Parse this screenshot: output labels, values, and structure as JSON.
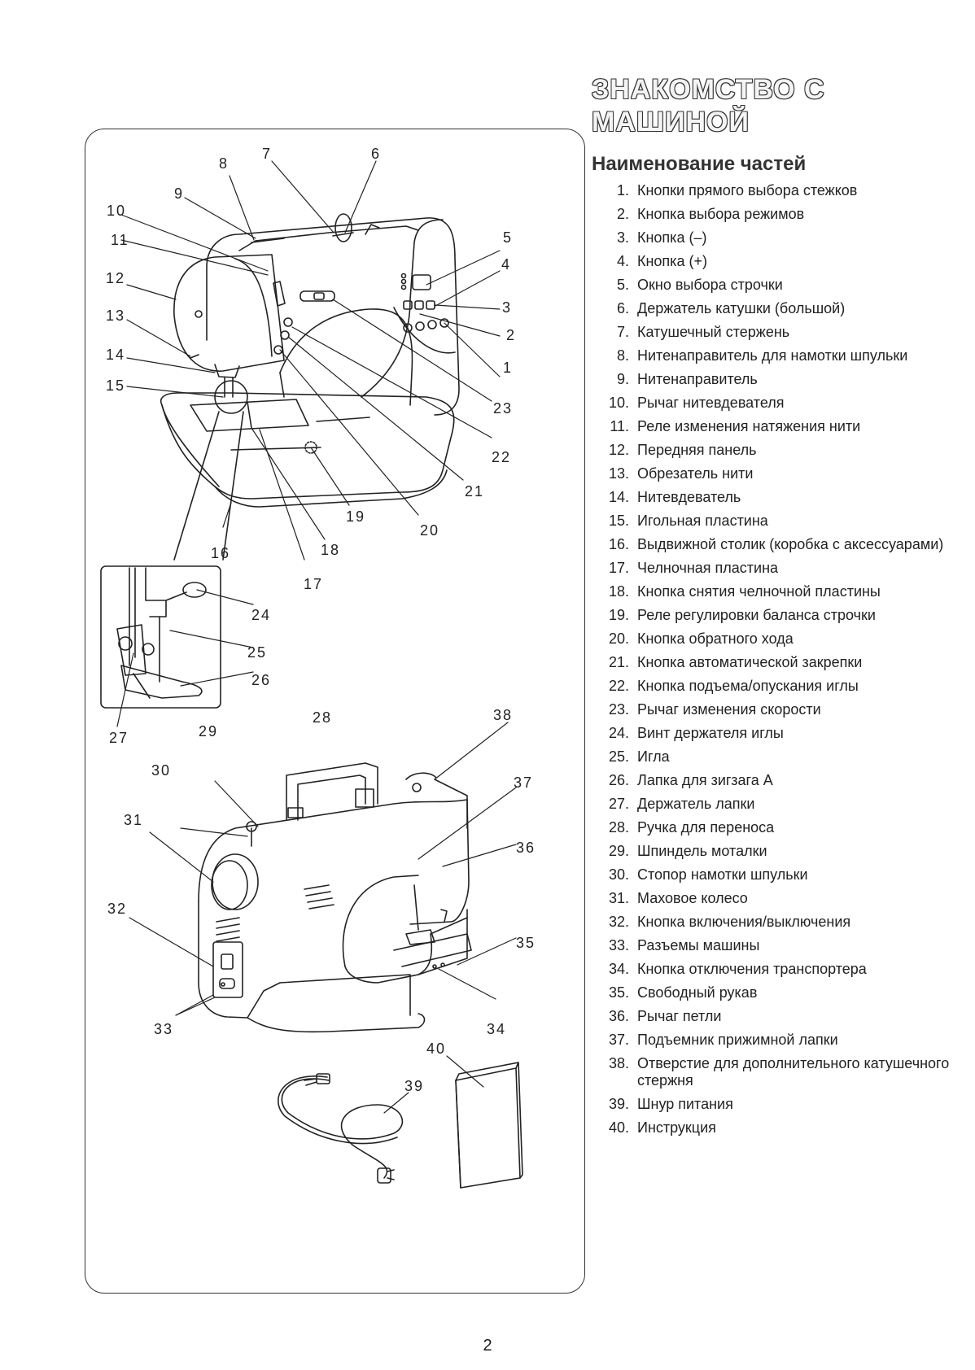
{
  "title_line1": "ЗНАКОМСТВО С",
  "title_line2": "МАШИНОЙ",
  "subtitle": "Наименование частей",
  "parts": [
    {
      "num": "1.",
      "text": "Кнопки прямого выбора стежков"
    },
    {
      "num": "2.",
      "text": "Кнопка выбора режимов"
    },
    {
      "num": "3.",
      "text": "Кнопка (–)"
    },
    {
      "num": "4.",
      "text": "Кнопка (+)"
    },
    {
      "num": "5.",
      "text": "Окно выбора строчки"
    },
    {
      "num": "6.",
      "text": "Держатель катушки (большой)"
    },
    {
      "num": "7.",
      "text": "Катушечный стержень"
    },
    {
      "num": "8.",
      "text": "Нитенаправитель для намотки шпульки"
    },
    {
      "num": "9.",
      "text": "Нитенаправитель"
    },
    {
      "num": "10.",
      "text": "Рычаг нитевдевателя"
    },
    {
      "num": "11.",
      "text": "Реле изменения натяжения нити"
    },
    {
      "num": "12.",
      "text": "Передняя панель"
    },
    {
      "num": "13.",
      "text": "Обрезатель нити"
    },
    {
      "num": "14.",
      "text": "Нитевдеватель"
    },
    {
      "num": "15.",
      "text": "Игольная пластина"
    },
    {
      "num": "16.",
      "text": "Выдвижной столик (коробка с аксессуарами)"
    },
    {
      "num": "17.",
      "text": "Челночная пластина"
    },
    {
      "num": "18.",
      "text": "Кнопка снятия челночной пластины"
    },
    {
      "num": "19.",
      "text": "Реле регулировки баланса строчки"
    },
    {
      "num": "20.",
      "text": "Кнопка обратного хода"
    },
    {
      "num": "21.",
      "text": "Кнопка автоматической закрепки"
    },
    {
      "num": "22.",
      "text": "Кнопка подъема/опускания иглы"
    },
    {
      "num": "23.",
      "text": "Рычаг изменения скорости"
    },
    {
      "num": "24.",
      "text": "Винт держателя иглы"
    },
    {
      "num": "25.",
      "text": "Игла"
    },
    {
      "num": "26.",
      "text": "Лапка для зигзага А"
    },
    {
      "num": "27.",
      "text": "Держатель лапки"
    },
    {
      "num": "28.",
      "text": "Ручка для переноса"
    },
    {
      "num": "29.",
      "text": "Шпиндель моталки"
    },
    {
      "num": "30.",
      "text": "Стопор намотки шпульки"
    },
    {
      "num": "31.",
      "text": "Маховое колесо"
    },
    {
      "num": "32.",
      "text": "Кнопка включения/выключения"
    },
    {
      "num": "33.",
      "text": "Разъемы машины"
    },
    {
      "num": "34.",
      "text": "Кнопка отключения транспортера"
    },
    {
      "num": "35.",
      "text": "Свободный рукав"
    },
    {
      "num": "36.",
      "text": "Рычаг петли"
    },
    {
      "num": "37.",
      "text": "Подъемник прижимной лапки"
    },
    {
      "num": "38.",
      "text": "Отверстие для дополнительного катушечного стержня"
    },
    {
      "num": "39.",
      "text": "Шнур питания"
    },
    {
      "num": "40.",
      "text": "Инструкция"
    }
  ],
  "callouts": [
    "1",
    "2",
    "3",
    "4",
    "5",
    "6",
    "7",
    "8",
    "9",
    "10",
    "11",
    "12",
    "13",
    "14",
    "15",
    "16",
    "17",
    "18",
    "19",
    "20",
    "21",
    "22",
    "23",
    "24",
    "25",
    "26",
    "27",
    "28",
    "29",
    "30",
    "31",
    "32",
    "33",
    "34",
    "35",
    "36",
    "37",
    "38",
    "39",
    "40"
  ],
  "page_number": "2"
}
